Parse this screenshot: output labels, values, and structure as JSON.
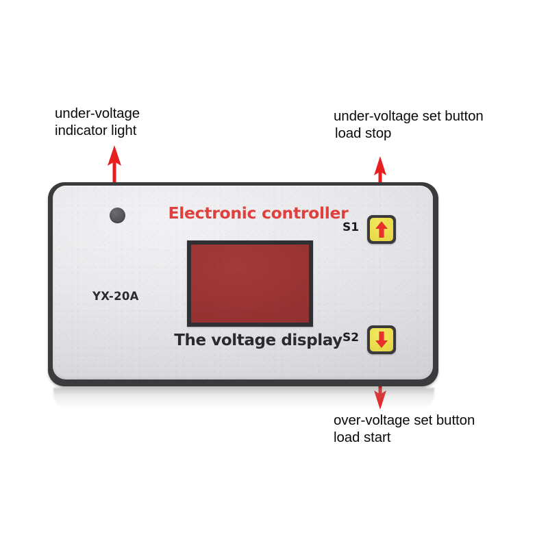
{
  "page": {
    "background_color": "#ffffff",
    "subject": "electronic voltage controller module with annotation callouts"
  },
  "device": {
    "brand_title": "Electronic controller",
    "brand_title_color": "#e0413f",
    "model_label": "YX-20A",
    "display_caption": "The voltage display",
    "body_color": "#3b3b3d",
    "face_color": "#e9e9ec",
    "display": {
      "name": "voltage-display",
      "screen_color": "#9b3434",
      "bezel_color": "#2f3033",
      "value": ""
    },
    "indicator_light": {
      "name": "under-voltage-indicator-light",
      "color": "#59595c",
      "state": "off"
    },
    "buttons": [
      {
        "id": "s1",
        "label": "S1",
        "icon": "arrow-up-icon",
        "cap_color": "#ecdf4e",
        "arrow_color": "#e8312c",
        "function": "under-voltage set button / load stop"
      },
      {
        "id": "s2",
        "label": "S2",
        "icon": "arrow-down-icon",
        "cap_color": "#ecdf4e",
        "arrow_color": "#e8312c",
        "function": "over-voltage set button / load start"
      }
    ]
  },
  "annotations": {
    "arrow_color": "#e81f1f",
    "text_color": "#0a0a0a",
    "indicator": {
      "line1": "under-voltage",
      "line2": "indicator light",
      "arrow": "arrow-up-annotation",
      "points_to": "indicator-light"
    },
    "s1": {
      "line1": "under-voltage set button",
      "line2": "load stop",
      "arrow": "arrow-up-annotation",
      "points_to": "sw-button-s1"
    },
    "s2": {
      "line1": "over-voltage set button",
      "line2": "load start",
      "arrow": "arrow-down-annotation",
      "points_to": "sw-button-s2"
    }
  }
}
